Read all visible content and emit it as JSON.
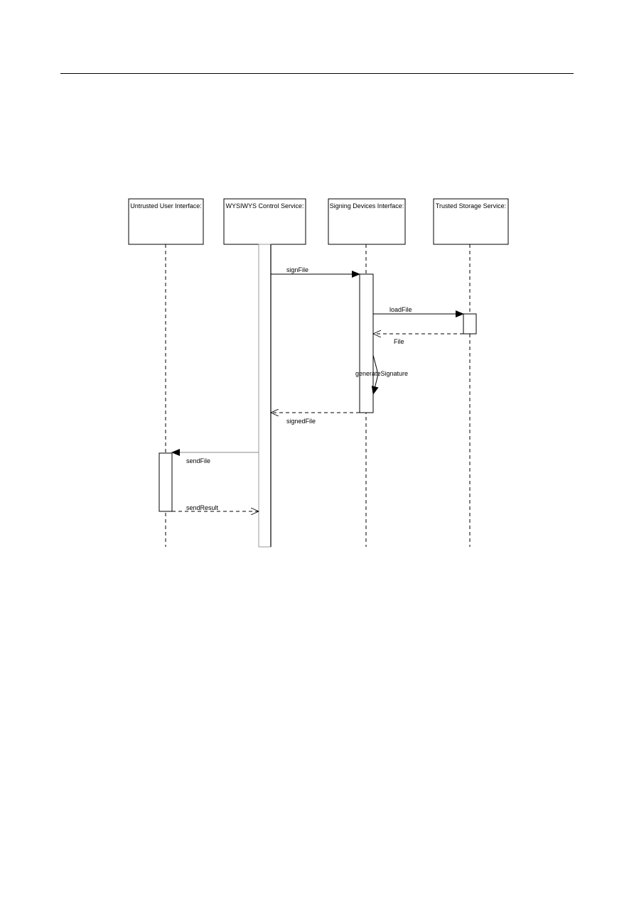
{
  "diagram": {
    "type": "sequence",
    "lifelines": [
      {
        "id": "ui",
        "label": "Untrusted User Interface:"
      },
      {
        "id": "wysiwys",
        "label": "WYSIWYS Control Service:"
      },
      {
        "id": "sdi",
        "label": "Signing Devices Interface:"
      },
      {
        "id": "tss",
        "label": "Trusted Storage Service:"
      }
    ],
    "messages": [
      {
        "label": "signFile",
        "from": "wysiwys",
        "to": "sdi",
        "kind": "sync"
      },
      {
        "label": "loadFile",
        "from": "sdi",
        "to": "tss",
        "kind": "sync"
      },
      {
        "label": "File",
        "from": "tss",
        "to": "sdi",
        "kind": "return"
      },
      {
        "label": "generateSignature",
        "from": "sdi",
        "to": "sdi",
        "kind": "self"
      },
      {
        "label": "signedFile",
        "from": "sdi",
        "to": "wysiwys",
        "kind": "return"
      },
      {
        "label": "sendFile",
        "from": "wysiwys",
        "to": "ui",
        "kind": "sync"
      },
      {
        "label": "sendResult",
        "from": "ui",
        "to": "wysiwys",
        "kind": "return"
      }
    ]
  }
}
